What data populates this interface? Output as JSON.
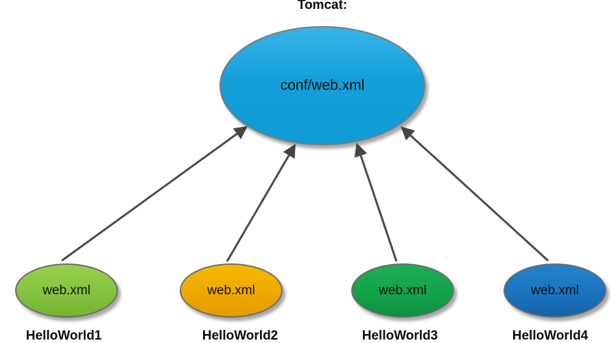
{
  "diagram": {
    "title": "Tomcat:",
    "root": {
      "label": "conf/web.xml",
      "color": "#149FDA"
    },
    "children": [
      {
        "label": "web.xml",
        "caption": "HelloWorld1",
        "color": "#86C440"
      },
      {
        "label": "web.xml",
        "caption": "HelloWorld2",
        "color": "#EFA800"
      },
      {
        "label": "web.xml",
        "caption": "HelloWorld3",
        "color": "#12A24B"
      },
      {
        "label": "web.xml",
        "caption": "HelloWorld4",
        "color": "#1B73BF"
      }
    ],
    "arrow_color": "#4a4a4a",
    "text_color": "#0B0B0B",
    "background_color": "#FFFFFF"
  }
}
